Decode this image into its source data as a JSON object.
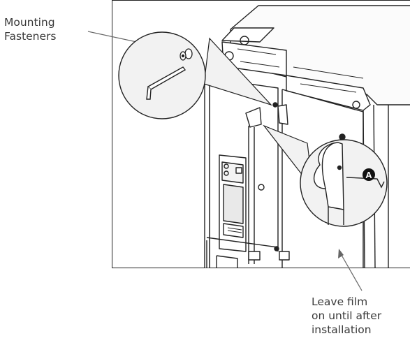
{
  "labels": {
    "mounting_fasteners": [
      "Mounting",
      "Fasteners"
    ],
    "leave_film": [
      "Leave film",
      "on until after",
      "installation"
    ],
    "callout_letter": "A"
  },
  "colors": {
    "line": "#222222",
    "text": "#3a3a3a",
    "callout_fill": "#111111",
    "panel_shade": "#f2f2f2"
  }
}
